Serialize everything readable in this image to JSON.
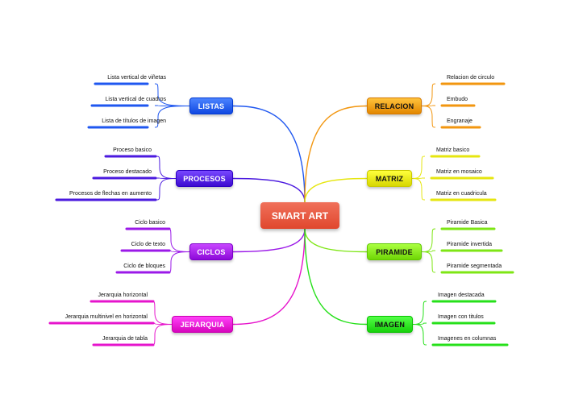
{
  "central": {
    "label": "SMART ART",
    "color": "#e8523a"
  },
  "branches": [
    {
      "id": "listas",
      "label": "LISTAS",
      "color": "#1f57f0",
      "text_light": true,
      "items": [
        "Lista vertical de viñetas",
        "Lista vertical de cuadros",
        "Lista de títulos de imagen"
      ]
    },
    {
      "id": "procesos",
      "label": "PROCESOS",
      "color": "#4b1adf",
      "text_light": true,
      "items": [
        "Proceso basico",
        "Proceso destacado",
        "Procesos de flechas en aumento"
      ]
    },
    {
      "id": "ciclos",
      "label": "CICLOS",
      "color": "#9b19e8",
      "text_light": true,
      "items": [
        "Ciclo basico",
        "Ciclo de texto",
        "Ciclo de bloques"
      ]
    },
    {
      "id": "jerarquia",
      "label": "JERARQUIA",
      "color": "#e614cc",
      "text_light": true,
      "items": [
        "Jerarquia horizontal",
        "Jerarquia multinivel en horizontal",
        "Jerarquia de tabla"
      ]
    },
    {
      "id": "relacion",
      "label": "RELACION",
      "color": "#f2960f",
      "text_light": false,
      "items": [
        "Relacion de circulo",
        "Embudo",
        "Engranaje"
      ]
    },
    {
      "id": "matriz",
      "label": "MATRIZ",
      "color": "#e6e60f",
      "text_light": false,
      "items": [
        "Matriz basico",
        "Matriz en mosaico",
        "Matriz en cuadricula"
      ]
    },
    {
      "id": "piramide",
      "label": "PIRAMIDE",
      "color": "#7ee614",
      "text_light": false,
      "items": [
        "Piramide Basica",
        "Piramide invertida",
        "Piramide segmentada"
      ]
    },
    {
      "id": "imagen",
      "label": "IMAGEN",
      "color": "#26e01a",
      "text_light": false,
      "items": [
        "Imagen destacada",
        "Imagen con titulos",
        "Imagenes en columnas"
      ]
    }
  ]
}
